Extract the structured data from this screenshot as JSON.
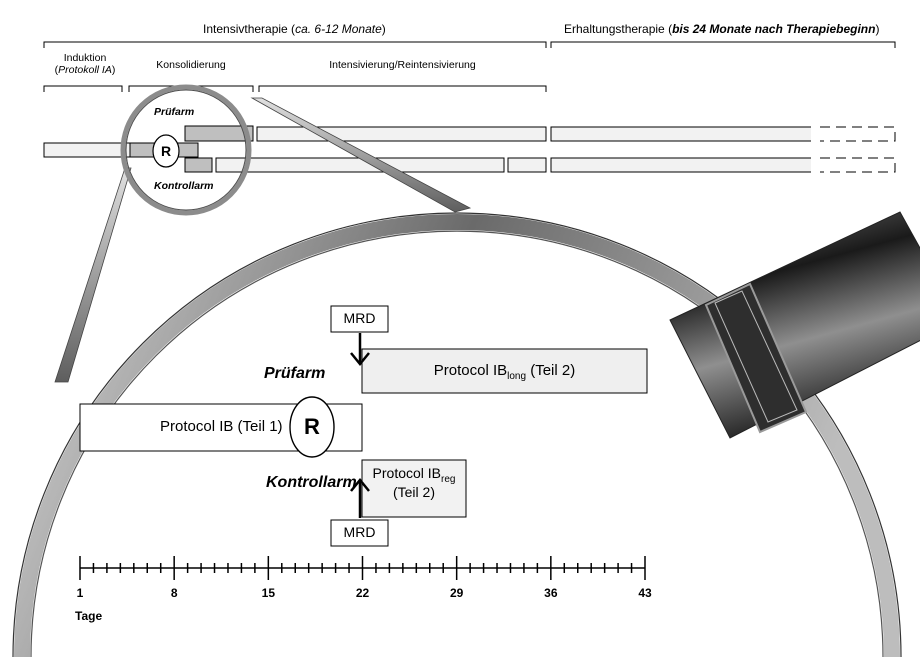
{
  "top_header": {
    "intensive": {
      "main": "Intensivtherapie (",
      "italic": "ca. 6-12 Monate",
      "close": ")"
    },
    "maintenance": {
      "main": "Erhaltungstherapie (",
      "italic": "bis 24 Monate nach Therapiebeginn",
      "close": ")"
    }
  },
  "phases": {
    "induction_line1": "Induktion",
    "induction_line2_open": "(",
    "induction_line2_italic": "Protokoll IA",
    "induction_line2_close": ")",
    "consolidation": "Konsolidierung",
    "intensification": "Intensivierung/Reintensivierung"
  },
  "small_lens": {
    "arm_exp": "Prüfarm",
    "arm_ctrl": "Kontrollarm",
    "randomization": "R"
  },
  "detail": {
    "mrd_top": "MRD",
    "mrd_bottom": "MRD",
    "arm_exp": "Prüfarm",
    "arm_ctrl": "Kontrollarm",
    "randomization": "R",
    "protocol_ib": "Protocol IB (Teil 1)",
    "protocol_iblong_pre": "Protocol IB",
    "protocol_iblong_sub": "long",
    "protocol_iblong_post": " (Teil 2)",
    "protocol_ibreg_pre": "Protocol IB",
    "protocol_ibreg_sub": "reg",
    "protocol_ibreg_line2": "(Teil 2)"
  },
  "axis": {
    "ticks": [
      "1",
      "8",
      "15",
      "22",
      "29",
      "36",
      "43"
    ],
    "unit_label": "Tage"
  },
  "colors": {
    "bar_light": "#f2f2f2",
    "bar_mid": "#bfbfbf",
    "lens_rim": "#8c8c8c",
    "stroke": "#000000"
  }
}
